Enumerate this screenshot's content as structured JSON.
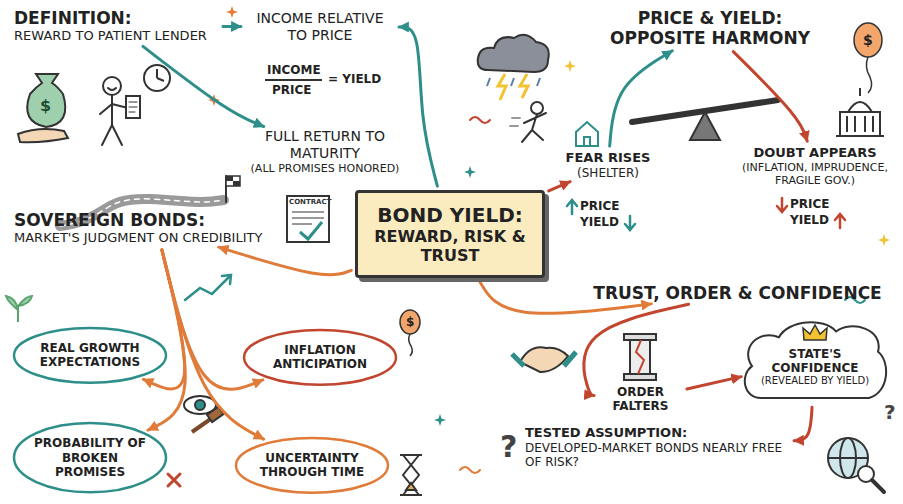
{
  "diagram": {
    "nodes": [
      {
        "text": [
          "DEFINITION:",
          "REWARD TO PATIENT LENDER"
        ]
      },
      {
        "text": [
          "INCOME RELATIVE TO PRICE"
        ]
      },
      {
        "text": [
          "FULL RETURN TO MATURITY",
          "(ALL PROMISES HONORED)"
        ]
      },
      {
        "text": [
          "PRICE & YIELD:",
          "OPPOSITE HARMONY"
        ]
      },
      {
        "text": [
          "FEAR RISES",
          "(SHELTER)"
        ]
      },
      {
        "text": [
          "DOUBT APPEARS",
          "(INFLATION, IMPRUDENCE, FRAGILE GOV.)"
        ]
      },
      {
        "text": [
          "BOND YIELD:",
          "REWARD, RISK & TRUST"
        ]
      },
      {
        "text": [
          "SOVEREIGN BONDS:",
          "MARKET'S JUDGMENT ON CREDIBILITY"
        ]
      },
      {
        "text": [
          "REAL GROWTH EXPECTATIONS"
        ]
      },
      {
        "text": [
          "INFLATION ANTICIPATION"
        ]
      },
      {
        "text": [
          "PROBABILITY OF BROKEN PROMISES"
        ]
      },
      {
        "text": [
          "UNCERTAINTY THROUGH TIME"
        ]
      },
      {
        "text": [
          "TRUST, ORDER & CONFIDENCE"
        ]
      },
      {
        "text": [
          "ORDER FALTERS"
        ]
      },
      {
        "text": [
          "STATE'S CONFIDENCE",
          "(REVEALED BY YIELD)"
        ]
      },
      {
        "text": [
          "TESTED ASSUMPTION:",
          "DEVELOPED-MARKET BONDS NEARLY FREE OF RISK?"
        ]
      }
    ],
    "edges": [
      {
        "from": 6,
        "to": 1,
        "arrow": "to"
      },
      {
        "from": 0,
        "to": 1,
        "arrow": "to"
      },
      {
        "from": 0,
        "to": 2,
        "arrow": "to"
      },
      {
        "from": 6,
        "to": 4,
        "arrow": "to"
      },
      {
        "from": 4,
        "to": 3,
        "arrow": "to"
      },
      {
        "from": 3,
        "to": 5,
        "arrow": "to"
      },
      {
        "from": 6,
        "to": 7,
        "arrow": "to"
      },
      {
        "from": 6,
        "to": 12,
        "arrow": "to"
      },
      {
        "from": 12,
        "to": 13,
        "arrow": "to"
      },
      {
        "from": 13,
        "to": 14,
        "arrow": "to"
      },
      {
        "from": 14,
        "to": 15,
        "arrow": "to"
      },
      {
        "from": 7,
        "to": 8,
        "arrow": "to"
      },
      {
        "from": 7,
        "to": 9,
        "arrow": "to"
      },
      {
        "from": 7,
        "to": 10,
        "arrow": "to"
      },
      {
        "from": 7,
        "to": 11,
        "arrow": "to"
      }
    ],
    "labels": [
      "$",
      "INCOME",
      "PRICE",
      "= YIELD",
      "CONTRACT",
      "$",
      "PRICE",
      "YIELD",
      "PRICE",
      "YIELD",
      "$",
      "?",
      "?"
    ]
  }
}
